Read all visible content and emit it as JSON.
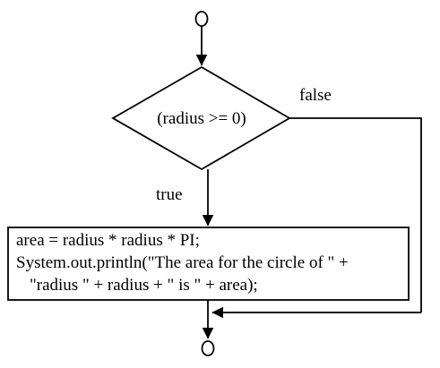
{
  "flowchart": {
    "condition": "(radius >= 0)",
    "false_label": "false",
    "true_label": "true",
    "statement_lines": [
      "area = radius * radius * PI;",
      "System.out.println(\"The area for the circle of \" +",
      "\"radius \" + radius + \" is \" + area);"
    ]
  }
}
